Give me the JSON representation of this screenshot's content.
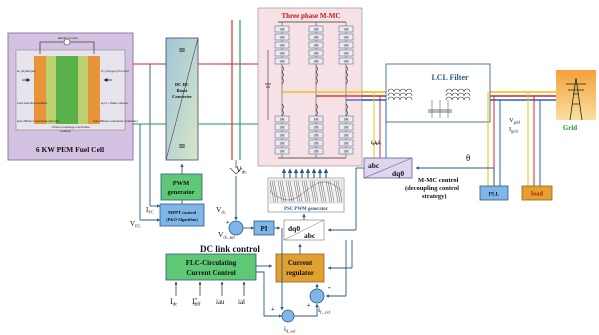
{
  "title": "Single-phase Diagram of...",
  "fuel_cell": {
    "caption": "6 KW PEM Fuel Cell",
    "electric_current": "Electric current",
    "hydrogen_in": "H₂ (Hydrogen)",
    "oxygen_from_air": "O₂ (Oxygen) from Air",
    "fuel_gas_recirculation": "Fuel Gas Recirculation",
    "water_vapor": "H₂O + Water Vapour",
    "gas_diffusion_anode": "Gas diffusion electrode (Anode)",
    "gas_diffusion_cathode": "Gas diffusion electrode (Cathode)",
    "membrane": "Proton exchange membrane",
    "catalyst": "Catalyst"
  },
  "dcdc": {
    "line1": "DC DC",
    "line2": "Boost",
    "line3": "Converter",
    "sym_top": "=",
    "sym_bottom": "="
  },
  "pwm_gen": {
    "line1": "PWM",
    "line2": "generator"
  },
  "mppt": {
    "line1": "MPPT control",
    "line2": "(P&O Algorithm)"
  },
  "labels": {
    "ifc": "I",
    "ifc_sub": "FC",
    "vfc": "V",
    "vfc_sub": "FC",
    "vdc": "V",
    "vdc_sub": "dc",
    "vdc2": "V",
    "vdc2_sub": "dc",
    "vdc_ref": "V",
    "vdc_ref_sub": "dc_ref",
    "pi": "PI",
    "dc_link": "DC link control",
    "theta": "θ",
    "vgrid": "V",
    "vgrid_sub": "grid",
    "igrid": "I",
    "igrid_sub": "grid",
    "grid": "Grid",
    "abc_top": "abc",
    "dq0_top": "dq0",
    "iabc": "i",
    "iabc_subs": [
      "a",
      "b",
      "c"
    ],
    "dq0_mid": "dq0",
    "abc_mid": "abc",
    "plus1": "+",
    "plus2": "+",
    "plus3": "+",
    "minus1": "-",
    "minus2": "−",
    "ild_ref": "i",
    "ild_ref_sub": "L_ref",
    "id_ref": "i",
    "id_ref_sub": "d_ref",
    "idc": "I",
    "idc_sub": "dc",
    "idiff": "I",
    "idiff_sup": "±",
    "idiff_sub": "diff",
    "iau": "iau",
    "ial": "ial"
  },
  "mmc": {
    "title": "Three phase M-MC",
    "submodule": "SM"
  },
  "lcl": {
    "label": "LCL Filter"
  },
  "mmc_control": {
    "line1": "M-MC control",
    "line2": "(decoupling control",
    "line3": "strategy)"
  },
  "psc_pwm": {
    "label": "PSC PWM generator"
  },
  "flc": {
    "line1": "FLC-Circulating",
    "line2": "Current Control"
  },
  "current_reg": {
    "line1": "Current",
    "line2": "regulator"
  },
  "pll": {
    "label": "PLL"
  },
  "load": {
    "label": "load"
  },
  "colors": {
    "phase_a": "#e8c000",
    "phase_b": "#d92020",
    "phase_c": "#2060d0",
    "control": "#2a5a88",
    "dc_pos": "#d92020",
    "dc_neg": "#10a050",
    "mmc_bg": "#f6e2e6",
    "green_box": "#5ec874",
    "blue_box": "#7fb6e8",
    "gold_box": "#e0a032",
    "grid_text": "#1a9a3a"
  }
}
